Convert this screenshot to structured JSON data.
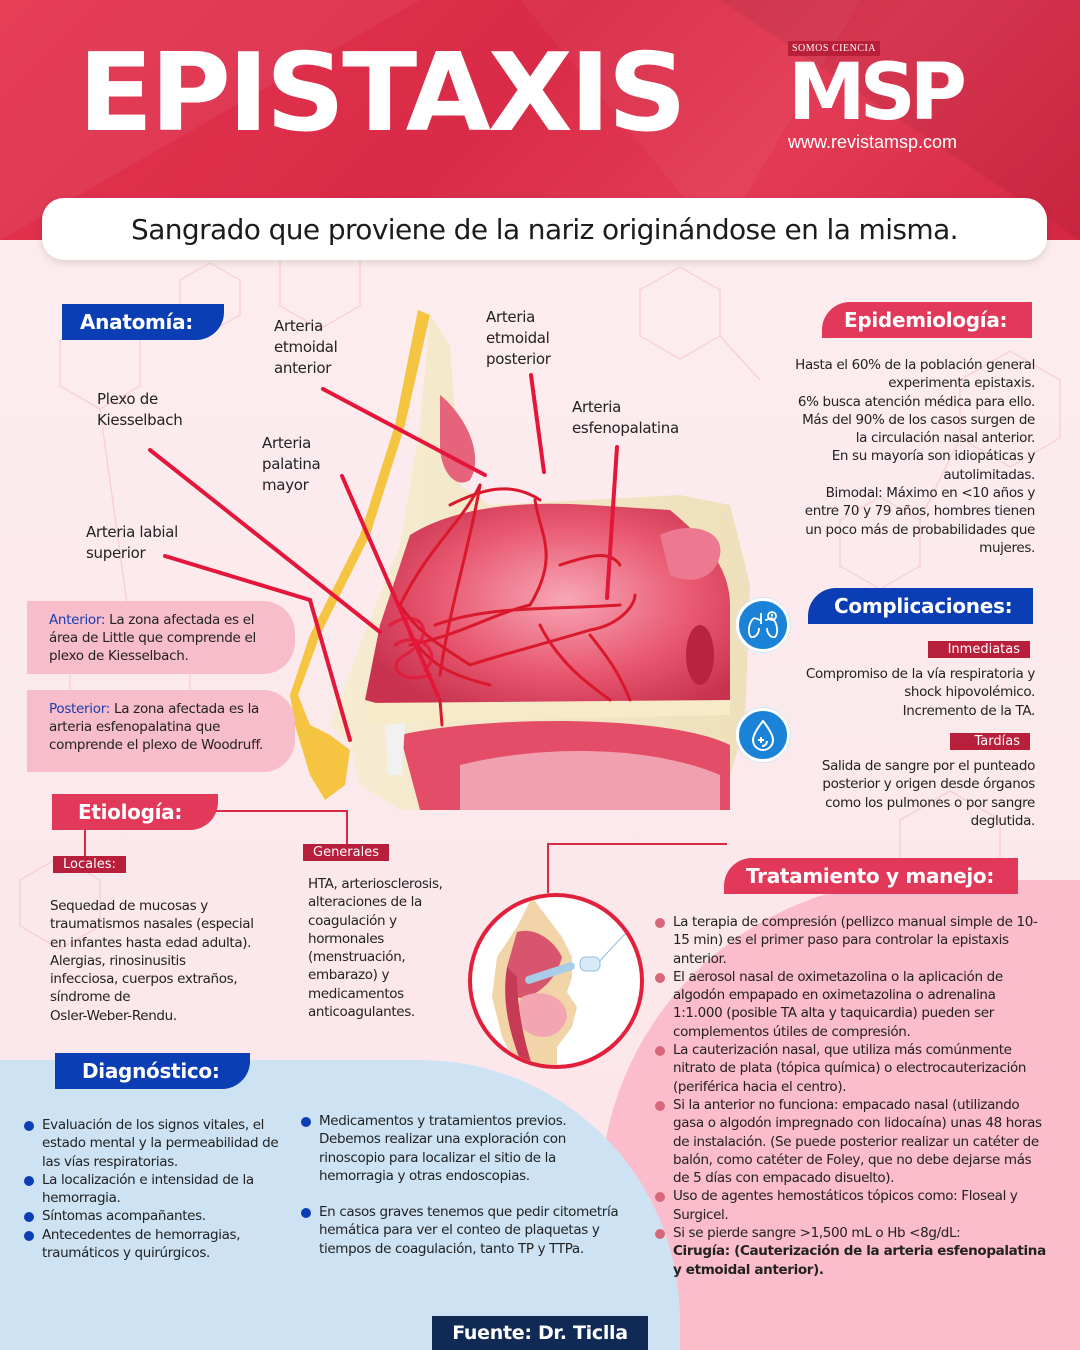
{
  "header": {
    "title": "EPISTAXIS",
    "logo": {
      "tagline": "SOMOS CIENCIA",
      "brand": "MSP",
      "url": "www.revistamsp.com"
    },
    "subtitle": "Sangrado que proviene de la nariz originándose en la misma."
  },
  "colors": {
    "header_red": "#e0324e",
    "tab_blue": "#0b3db4",
    "tab_red": "#e2395a",
    "sublabel_red": "#b81f3b",
    "card_pink": "#f8bdca",
    "diagnostic_bg": "#cde3f4",
    "treatment_bg": "#fbbccb",
    "footer_navy": "#112a55",
    "icon_blue": "#1a83d8"
  },
  "anatomy": {
    "heading": "Anatomía:",
    "labels": {
      "etmoidal_anterior": [
        "Arteria",
        "etmoidal",
        "anterior"
      ],
      "etmoidal_posterior": [
        "Arteria",
        "etmoidal",
        "posterior"
      ],
      "kiesselbach": [
        "Plexo de",
        "Kiesselbach"
      ],
      "palatina_mayor": [
        "Arteria",
        "palatina",
        "mayor"
      ],
      "esfenopalatina": [
        "Arteria",
        "esfenopalatina"
      ],
      "labial_superior": [
        "Arteria labial",
        "superior"
      ]
    },
    "cards": [
      {
        "title": "Anterior:",
        "text": " La zona afectada es el área de Little que comprende el plexo de Kiesselbach."
      },
      {
        "title": "Posterior:",
        "text": " La zona afectada es la arteria esfenopalatina que comprende el plexo de Woodruff."
      }
    ]
  },
  "epidemiology": {
    "heading": "Epidemiología:",
    "lines": [
      "Hasta el 60% de la población general",
      "experimenta epistaxis.",
      "6% busca atención médica para ello.",
      "Más del 90% de los casos surgen de",
      "la circulación nasal anterior.",
      "En su mayoría son idiopáticas y",
      "autolimitadas.",
      "Bimodal: Máximo en <10 años y",
      "entre 70 y 79 años, hombres tienen",
      "un poco más de probabilidades que",
      "mujeres."
    ]
  },
  "complications": {
    "heading": "Complicaciones:",
    "immediate": {
      "label": "Inmediatas",
      "lines": [
        "Compromiso de la vía respiratoria y",
        "shock hipovolémico.",
        "Incremento de la TA."
      ],
      "icon": "lungs-alert-icon"
    },
    "late": {
      "label": "Tardías",
      "lines": [
        "Salida de sangre por el punteado",
        "posterior y origen desde órganos",
        "como los pulmones o por sangre",
        "deglutida."
      ],
      "icon": "blood-drop-plus-icon"
    }
  },
  "etiology": {
    "heading": "Etiología:",
    "local": {
      "label": "Locales:",
      "lines": [
        "Sequedad de mucosas y",
        "traumatismos nasales (especial",
        "en infantes hasta edad adulta).",
        "Alergias, rinosinusitis",
        "infecciosa, cuerpos extraños,",
        "síndrome de",
        "Osler-Weber-Rendu."
      ]
    },
    "general": {
      "label": "Generales",
      "lines": [
        "HTA, arteriosclerosis,",
        "alteraciones de la",
        "coagulación y",
        "hormonales",
        "(menstruación,",
        "embarazo) y",
        "medicamentos",
        "anticoagulantes."
      ]
    }
  },
  "treatment": {
    "heading": "Tratamiento y manejo:",
    "items": [
      "La terapia de compresión (pellizco manual simple de 10-15 min) es el primer paso para controlar la epistaxis anterior.",
      "El aerosol nasal de oximetazolina o la aplicación de algodón empapado en oximetazolina o adrenalina 1:1.000 (posible TA alta y taquicardia) pueden ser complementos útiles de compresión.",
      "La cauterización nasal, que utiliza más comúnmente nitrato de plata (tópica química) o electrocauterización (periférica hacia el centro).",
      "Si la anterior no funciona: empacado nasal (utilizando gasa o algodón impregnado con lidocaína) unas 48 horas de instalación. (Se puede posterior realizar un catéter de balón, como catéter de Foley, que no debe dejarse más de 5 días con empacado disuelto).",
      "Uso de agentes hemostáticos tópicos como: Floseal y Surgicel."
    ],
    "last_item": {
      "text": "Si se pierde sangre >1,500 mL o Hb <8g/dL:",
      "bold": "Cirugía: (Cauterización de la arteria esfenopalatina y etmoidal anterior)."
    }
  },
  "diagnosis": {
    "heading": "Diagnóstico:",
    "col1": [
      "Evaluación de los signos vitales, el estado mental y la permeabilidad de las vías respiratorias.",
      "La localización e intensidad de la hemorragia.",
      "Síntomas acompañantes.",
      "Antecedentes de hemorragias, traumáticos y quirúrgicos."
    ],
    "col2": [
      "Medicamentos y tratamientos previos. Debemos realizar una exploración con rinoscopio para localizar el sitio de la hemorragia y otras endoscopias.",
      "En casos graves tenemos que pedir citometría hemática para ver el conteo de plaquetas y tiempos de coagulación, tanto TP y TTPa."
    ]
  },
  "footer": {
    "source": "Fuente: Dr. Ticlla"
  }
}
